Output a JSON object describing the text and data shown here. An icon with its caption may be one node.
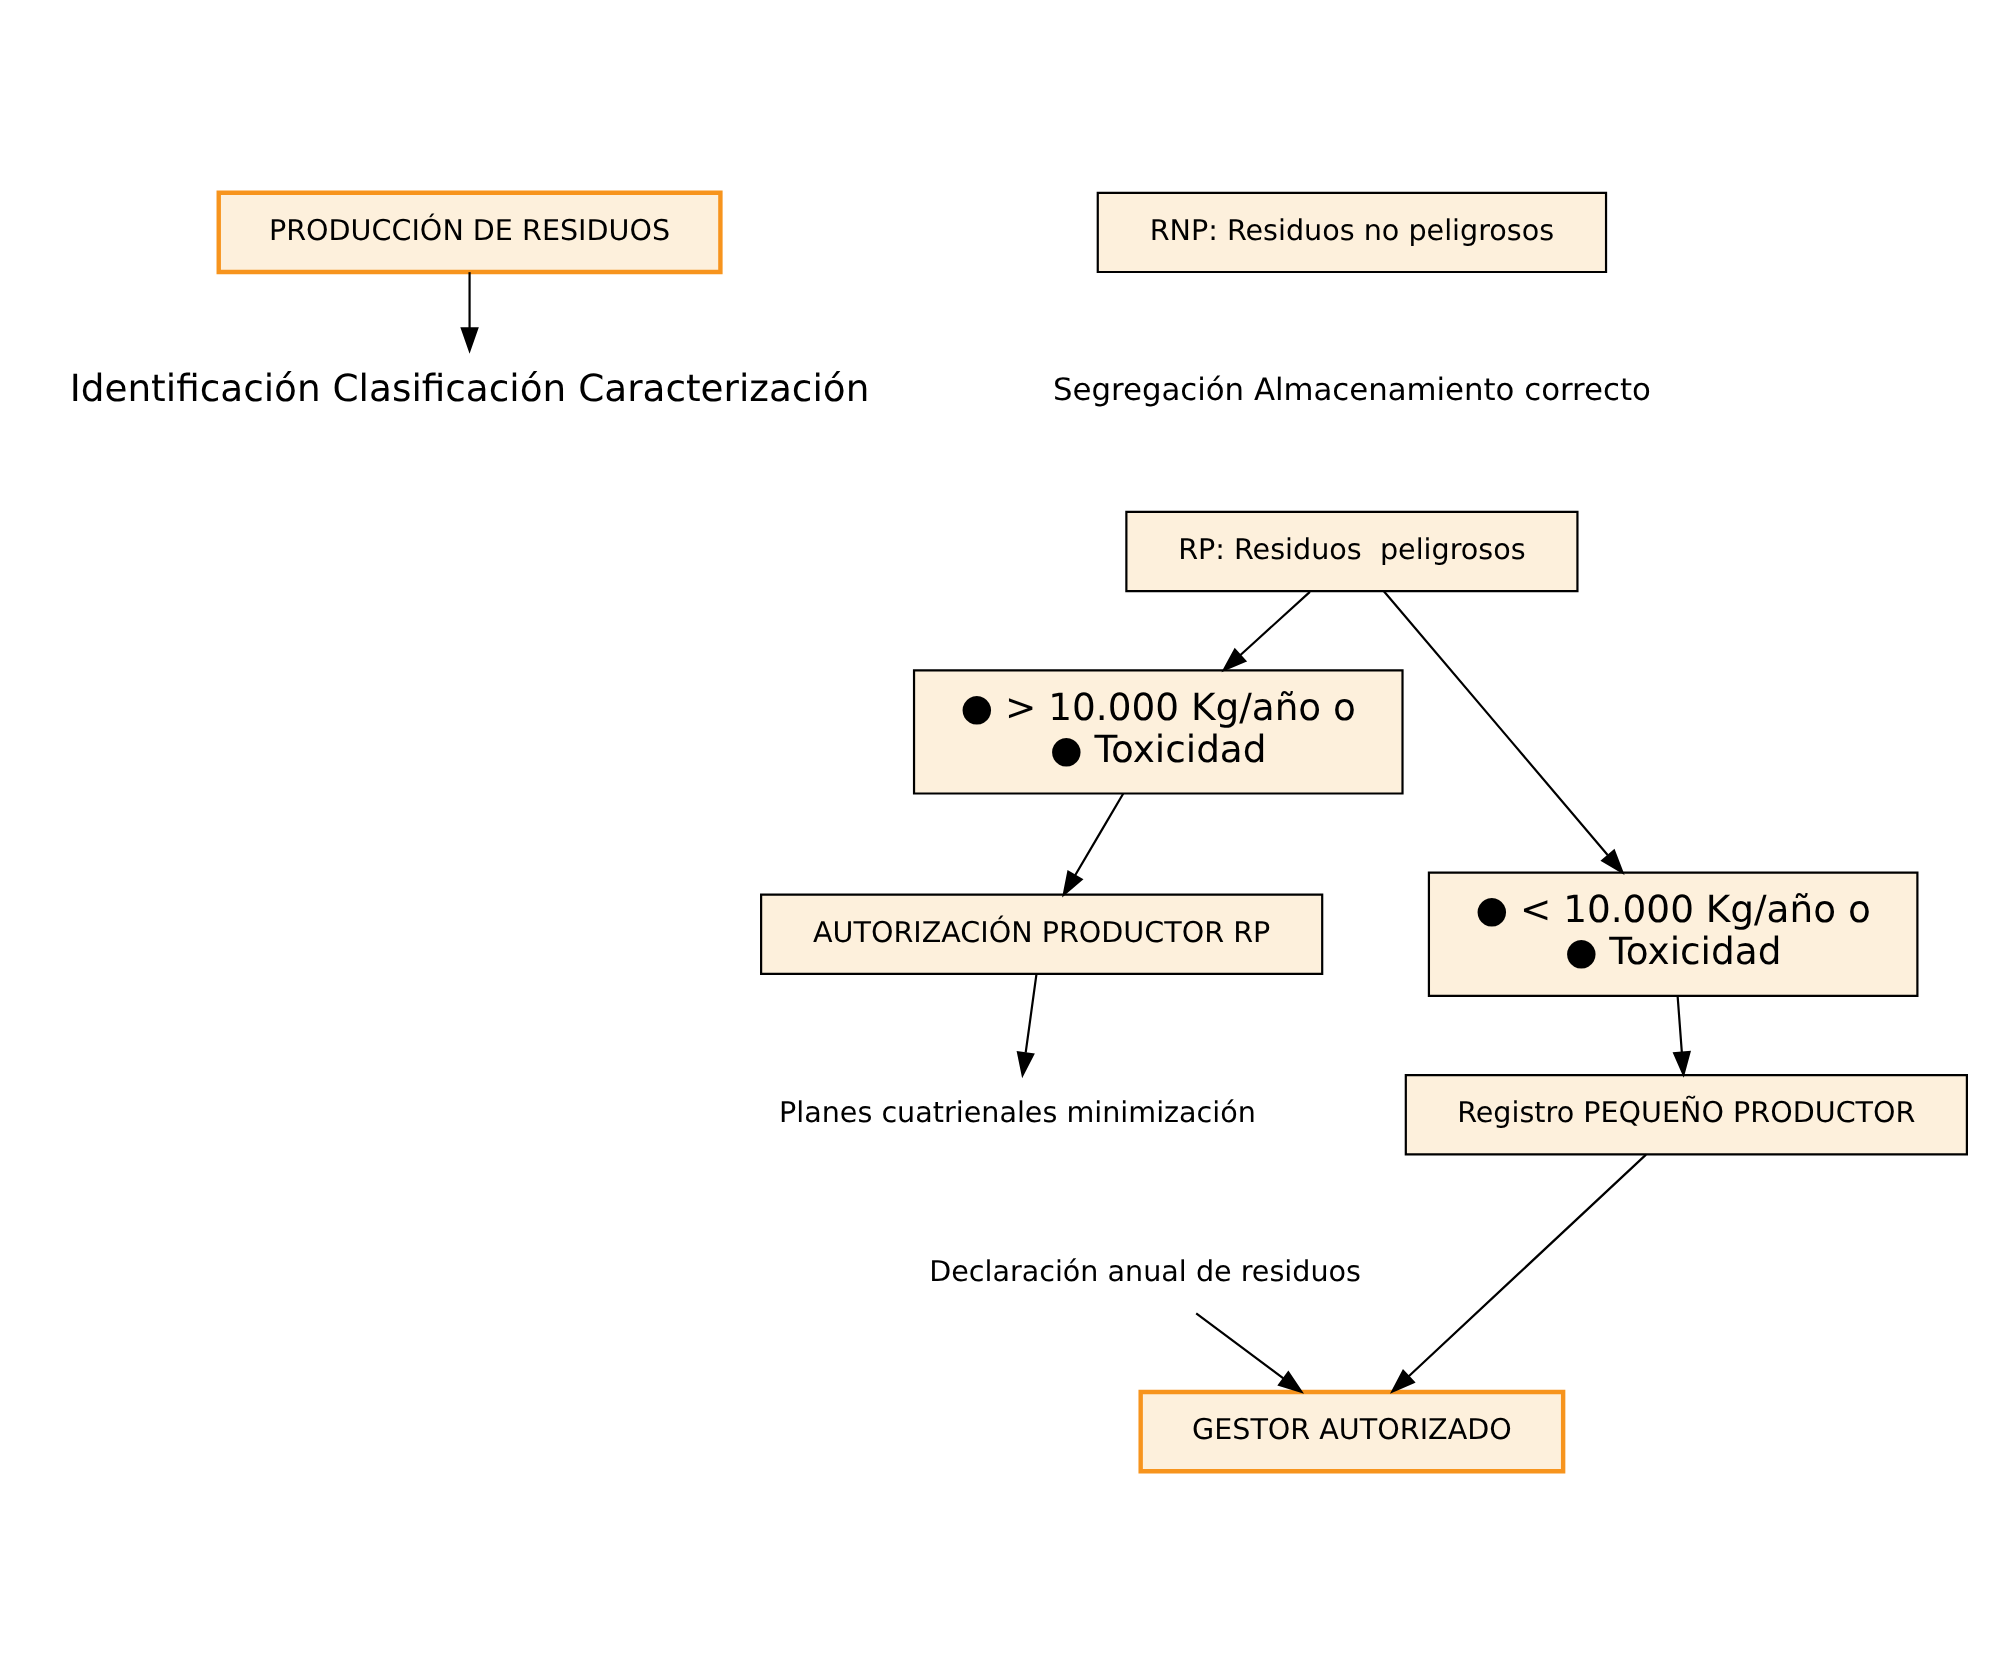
{
  "diagram": {
    "nodes": [
      {
        "text": [
          "PRODUCCIÓN DE RESIDUOS"
        ]
      },
      {
        "text": [
          "Identificación Clasificación Caracterización"
        ]
      },
      {
        "text": [
          "RNP: Residuos no peligrosos"
        ]
      },
      {
        "text": [
          "RP: Residuos  peligrosos"
        ]
      },
      {
        "text": [
          "● > 10.000 Kg/año o",
          "● Toxicidad"
        ]
      },
      {
        "text": [
          "● < 10.000 Kg/año o",
          "● Toxicidad"
        ]
      },
      {
        "text": [
          "AUTORIZACIÓN PRODUCTOR RP"
        ]
      },
      {
        "text": [
          "Registro PEQUEÑO PRODUCTOR"
        ]
      },
      {
        "text": [
          "Planes cuatrienales minimización"
        ]
      },
      {
        "text": [
          "Declaración anual de residuos"
        ]
      },
      {
        "text": [
          "GESTOR AUTORIZADO"
        ]
      }
    ],
    "edges": [
      {
        "from": 0,
        "to": 1,
        "arrow": "to"
      },
      {
        "from": 3,
        "to": 4,
        "arrow": "to"
      },
      {
        "from": 3,
        "to": 5,
        "arrow": "to"
      },
      {
        "from": 4,
        "to": 6,
        "arrow": "to"
      },
      {
        "from": 5,
        "to": 7,
        "arrow": "to"
      },
      {
        "from": 6,
        "to": 8,
        "arrow": "to"
      },
      {
        "from": 9,
        "to": 10,
        "arrow": "to"
      },
      {
        "from": 7,
        "to": 10,
        "arrow": "to"
      }
    ],
    "labels": [
      "Segregación Almacenamiento correcto"
    ]
  }
}
